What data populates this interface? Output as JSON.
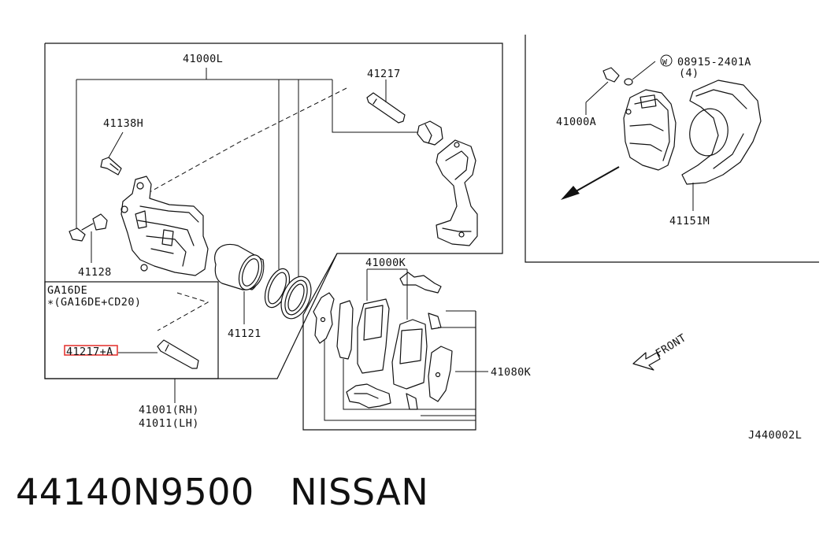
{
  "labels": {
    "caliper_assembly": "41000L",
    "caliper_pin_upper": "41217",
    "bleeder_screw": "41138H",
    "cap_41128": "41128",
    "engine_note_line1": "GA16DE",
    "engine_note_line2": "∗(GA16DE+CD20)",
    "pin_lower": "41217+A",
    "caliper_rh": "41001(RH)",
    "caliper_lh": "41011(LH)",
    "piston": "41121",
    "pad_kit": "41000K",
    "pad_set": "41080K",
    "bolt_41000a": "41000A",
    "washer_code": "W",
    "washer_part": "08915-2401A",
    "washer_qty": "(4)",
    "baffle_plate": "41151M",
    "front_arrow_text": "FRONT",
    "diagram_code": "J440002L"
  },
  "highlight_color": "#e53935",
  "footer": {
    "part_number": "44140N9500",
    "brand": "NISSAN"
  }
}
